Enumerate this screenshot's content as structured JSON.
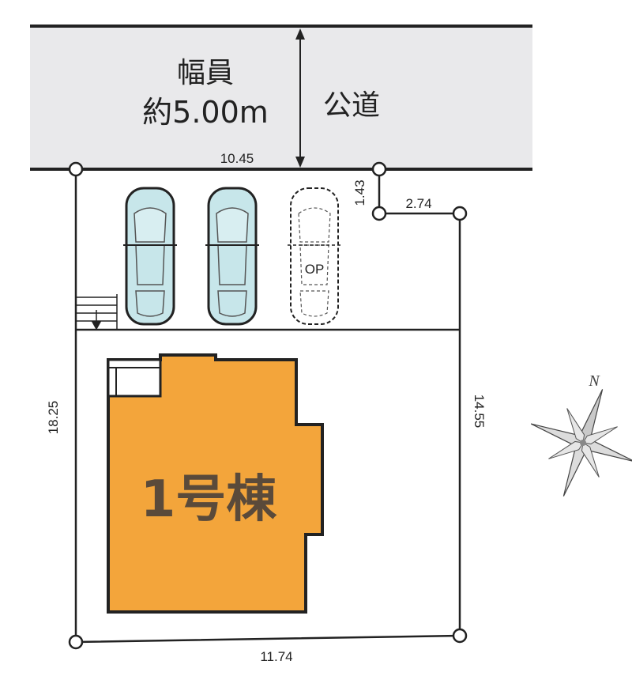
{
  "road": {
    "width_line1": "幅員",
    "width_line2": "約5.00m",
    "type": "公道"
  },
  "dimensions": {
    "frontage": "10.45",
    "offset_depth": "1.43",
    "offset_width": "2.74",
    "left_side": "18.25",
    "right_side": "14.55",
    "rear": "11.74"
  },
  "parking": {
    "optional_label": "OP"
  },
  "building": {
    "label": "1号棟"
  },
  "compass": {
    "north_label": "N"
  },
  "colors": {
    "road": "#e9e9eb",
    "building": "#f3a53b",
    "car": "#c7e6ea",
    "outline": "#222222"
  }
}
